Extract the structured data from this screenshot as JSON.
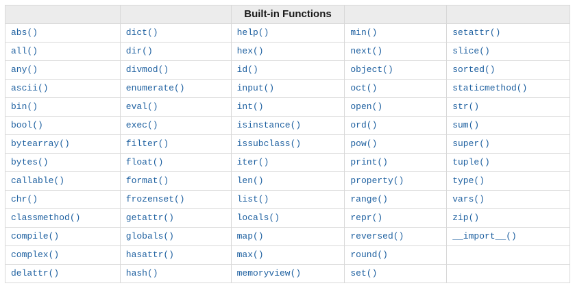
{
  "table": {
    "title": "Built-in Functions",
    "title_column_index": 2,
    "column_count": 5,
    "rows": [
      [
        "abs()",
        "dict()",
        "help()",
        "min()",
        "setattr()"
      ],
      [
        "all()",
        "dir()",
        "hex()",
        "next()",
        "slice()"
      ],
      [
        "any()",
        "divmod()",
        "id()",
        "object()",
        "sorted()"
      ],
      [
        "ascii()",
        "enumerate()",
        "input()",
        "oct()",
        "staticmethod()"
      ],
      [
        "bin()",
        "eval()",
        "int()",
        "open()",
        "str()"
      ],
      [
        "bool()",
        "exec()",
        "isinstance()",
        "ord()",
        "sum()"
      ],
      [
        "bytearray()",
        "filter()",
        "issubclass()",
        "pow()",
        "super()"
      ],
      [
        "bytes()",
        "float()",
        "iter()",
        "print()",
        "tuple()"
      ],
      [
        "callable()",
        "format()",
        "len()",
        "property()",
        "type()"
      ],
      [
        "chr()",
        "frozenset()",
        "list()",
        "range()",
        "vars()"
      ],
      [
        "classmethod()",
        "getattr()",
        "locals()",
        "repr()",
        "zip()"
      ],
      [
        "compile()",
        "globals()",
        "map()",
        "reversed()",
        "__import__()"
      ],
      [
        "complex()",
        "hasattr()",
        "max()",
        "round()",
        ""
      ],
      [
        "delattr()",
        "hash()",
        "memoryview()",
        "set()",
        ""
      ]
    ]
  },
  "colors": {
    "link_blue": "#1e60a0",
    "header_background": "#ececec",
    "border": "#d8d8d8",
    "header_text": "#1a1a1a"
  }
}
